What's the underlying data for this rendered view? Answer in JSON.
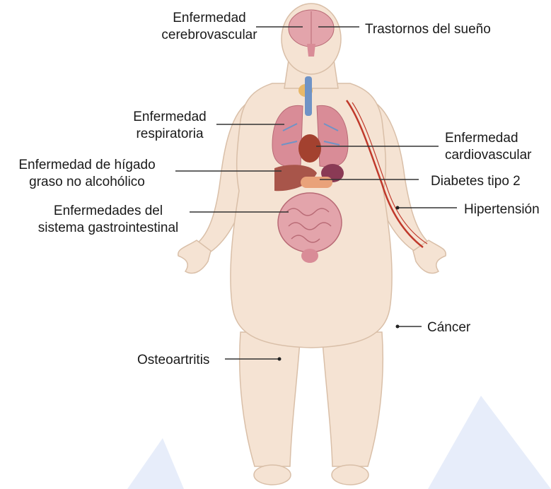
{
  "labels": {
    "cerebrovascular": {
      "line1": "Enfermedad",
      "line2": "cerebrovascular"
    },
    "sleep": {
      "line1": "Trastornos  del sueño"
    },
    "respiratory": {
      "line1": "Enfermedad",
      "line2": "respiratoria"
    },
    "cardiovascular": {
      "line1": "Enfermedad",
      "line2": "cardiovascular"
    },
    "fatty_liver": {
      "line1": "Enfermedad de hígado",
      "line2": "graso no alcohólico"
    },
    "diabetes": {
      "line1": "Diabetes tipo 2"
    },
    "gastro": {
      "line1": "Enfermedades del",
      "line2": "sistema gastrointestinal"
    },
    "hypertension": {
      "line1": "Hipertensión"
    },
    "cancer": {
      "line1": "Cáncer"
    },
    "osteoarthritis": {
      "line1": "Osteoartritis"
    }
  },
  "colors": {
    "skin": "#f5e3d3",
    "skin_outline": "#d9bfa8",
    "organ_pink": "#d98c97",
    "liver": "#a8554a",
    "vessel": "#c0392b",
    "airway": "#6f93c6",
    "thyroid": "#e8b86a",
    "leader_line": "#333333"
  }
}
